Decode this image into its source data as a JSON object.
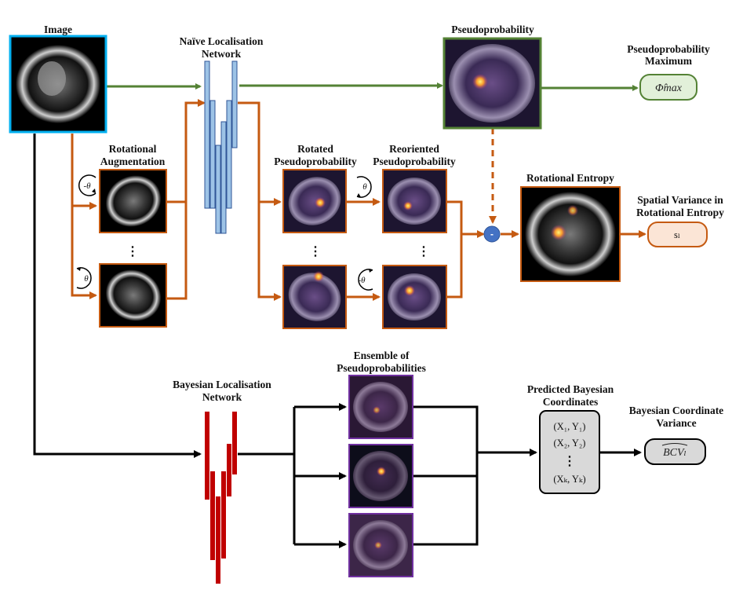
{
  "labels": {
    "image": "Image",
    "naive_network_l1": "Naïve Localisation",
    "naive_network_l2": "Network",
    "pseudoprobability": "Pseudoprobability",
    "pp_max_l1": "Pseudoprobability",
    "pp_max_l2": "Maximum",
    "rot_aug_l1": "Rotational",
    "rot_aug_l2": "Augmentation",
    "rotated_pp_l1": "Rotated",
    "rotated_pp_l2": "Pseudoprobability",
    "reoriented_pp_l1": "Reoriented",
    "reoriented_pp_l2": "Pseudoprobability",
    "rot_entropy": "Rotational Entropy",
    "spatial_var_l1": "Spatial Variance in",
    "spatial_var_l2": "Rotational Entropy",
    "bayes_network_l1": "Bayesian Localisation",
    "bayes_network_l2": "Network",
    "ensemble_l1": "Ensemble of",
    "ensemble_l2": "Pseudoprobabilities",
    "pred_coords_l1": "Predicted Bayesian",
    "pred_coords_l2": "Coordinates",
    "bcv_l1": "Bayesian Coordinate",
    "bcv_l2": "Variance"
  },
  "symbols": {
    "phi_max": "Φ̂max",
    "s_l": "sₗ",
    "bcv": "BCVₗ",
    "minus": "-",
    "neg_theta": "-θ",
    "theta": "θ",
    "ellipsis": "⋮"
  },
  "coords": {
    "c1": "(X₁, Y₁)",
    "c2": "(X₂, Y₂)",
    "ck": "(Xₖ, Yₖ)"
  },
  "colors": {
    "green": "#548235",
    "orange": "#C55A11",
    "black": "#000000",
    "blue_net": "#9DC3E6",
    "red_net": "#C00000",
    "purple": "#7030A0",
    "cyan": "#00B0F0",
    "pill_green_bg": "#E2F0D9",
    "pill_orange_bg": "#FBE5D6",
    "pill_gray_bg": "#D9D9D9",
    "minus_node": "#4472C4"
  }
}
